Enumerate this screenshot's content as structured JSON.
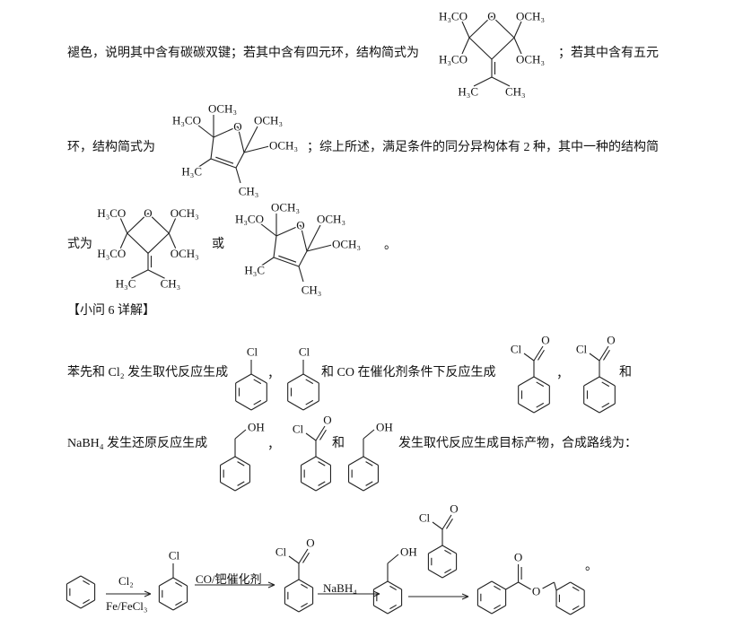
{
  "paragraph1": {
    "line1_a": "褪色，说明其中含有碳碳双键；若其中含有四元环，结构简式为",
    "line1_b": "；若其中含有五元",
    "line2_a": "环，结构简式为",
    "line2_b": "；综上所述，满足条件的同分异构体有 2 种，其中一种的结构简",
    "line3_a": "式为",
    "line3_or": "或",
    "line3_end": "。"
  },
  "section_heading": "【小问 6 详解】",
  "paragraph2": {
    "line1_a": "苯先和 Cl₂ 发生取代反应生成",
    "line1_comma1": "，",
    "line1_b": "和 CO 在催化剂条件下反应生成",
    "line1_comma2": "，",
    "line1_and": "和",
    "line2_a": "NaBH₄ 发生还原反应生成",
    "line2_comma": "，",
    "line2_and": "和",
    "line2_b": "发生取代反应生成目标产物，合成路线为："
  },
  "route": {
    "step1_reagent": "Cl₂",
    "step1_catalyst": "Fe/FeCl₃",
    "step2_reagent": "CO/钯催化剂",
    "step3_reagent": "NaBH₄",
    "end_mark": "。"
  },
  "atoms": {
    "methoxy_left": "H₃CO",
    "methoxy_right": "OCH₃",
    "methyl_left": "H₃C",
    "methyl_right": "CH₃",
    "oxygen": "O",
    "chlorine": "Cl",
    "hydroxyl": "OH"
  }
}
